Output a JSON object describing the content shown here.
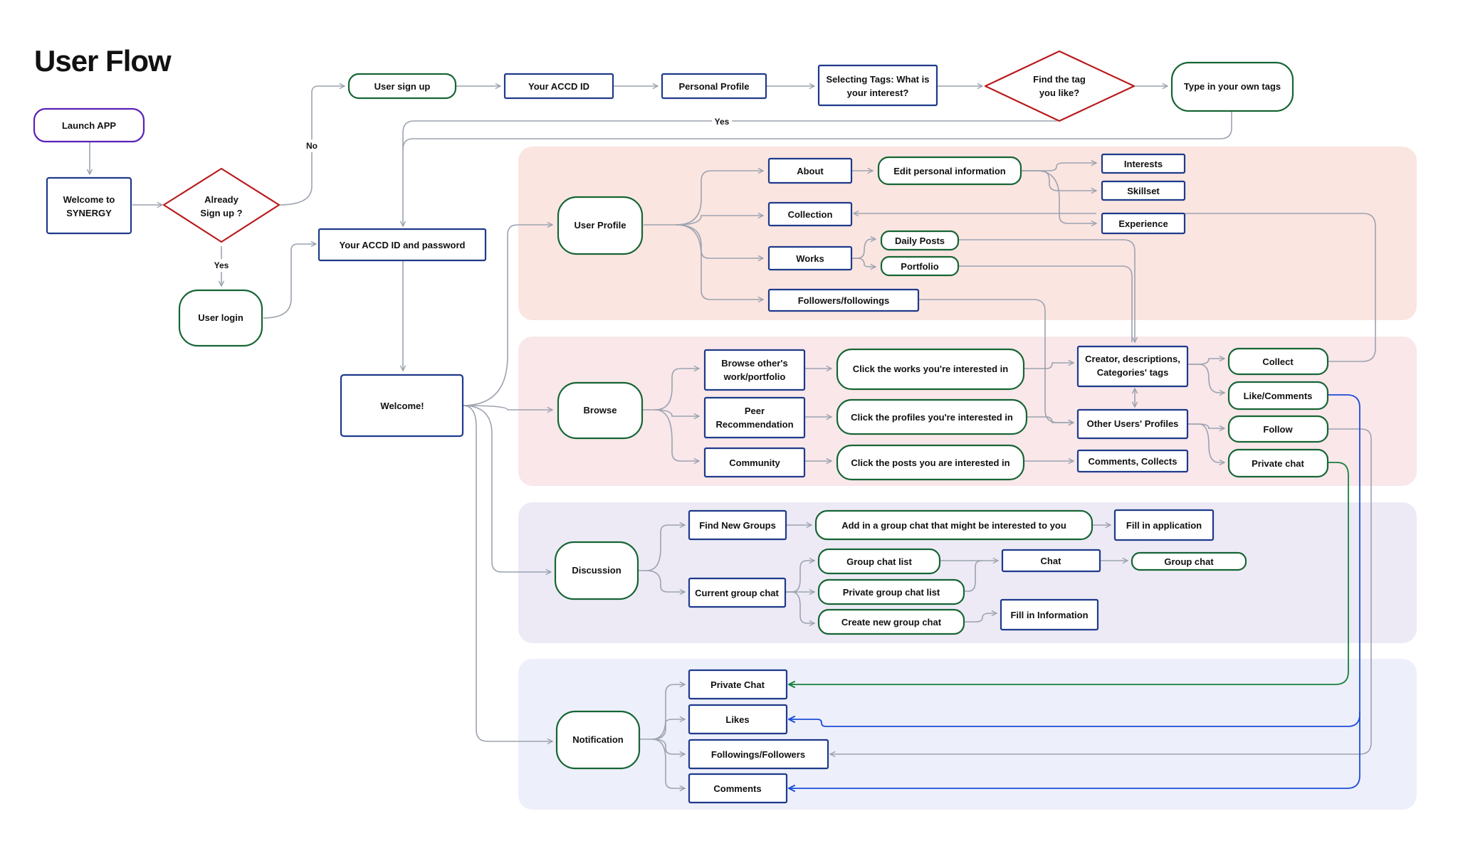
{
  "title": "User Flow",
  "colors": {
    "purple": "#5B21B6",
    "blue": "#1E3A8A",
    "green": "#166534",
    "red": "#B91C1C",
    "line_gray": "#9CA3AF",
    "line_green": "#16803C",
    "line_blue": "#1D4ED8",
    "band_profile": "#FBE5E1",
    "band_browse": "#F9E7EA",
    "band_discussion": "#EDEAF6",
    "band_notification": "#EDEFFA"
  },
  "nodes": {
    "launch_app": "Launch APP",
    "welcome_synergy": [
      "Welcome to",
      "SYNERGY"
    ],
    "already_signup": [
      "Already",
      "Sign up ?"
    ],
    "user_login": "User login",
    "user_signup": "User sign up",
    "your_accd_id": "Your ACCD ID",
    "personal_profile": "Personal Profile",
    "selecting_tags": [
      "Selecting Tags: What is",
      "your interest?"
    ],
    "find_tag": [
      "Find the tag",
      "you like?"
    ],
    "type_own_tags": "Type in your own tags",
    "accd_id_password": "Your ACCD ID and password",
    "welcome": "Welcome!",
    "user_profile": "User Profile",
    "about": "About",
    "edit_personal_info": "Edit personal information",
    "interests": "Interests",
    "skillset": "Skillset",
    "experience": "Experience",
    "collection": "Collection",
    "works": "Works",
    "daily_posts": "Daily Posts",
    "portfolio": "Portfolio",
    "followers_followings": "Followers/followings",
    "browse": "Browse",
    "browse_others": [
      "Browse other's",
      "work/portfolio"
    ],
    "peer_recommendation": [
      "Peer",
      "Recommendation"
    ],
    "community": "Community",
    "click_works": "Click the works you're interested in",
    "click_profiles": "Click the profiles you're interested in",
    "click_posts": "Click the posts you are interested in",
    "creator_tags": [
      "Creator, descriptions,",
      "Categories' tags"
    ],
    "other_profiles": "Other Users' Profiles",
    "comments_collects": "Comments, Collects",
    "collect": "Collect",
    "like_comments": "Like/Comments",
    "follow": "Follow",
    "private_chat_browse": "Private chat",
    "discussion": "Discussion",
    "find_new_groups": "Find New Groups",
    "add_group_chat": "Add in a group chat that might be interested to you",
    "fill_application": "Fill in application",
    "current_group_chat": "Current group chat",
    "group_chat_list": "Group chat list",
    "private_group_chat_list": "Private group chat list",
    "create_group_chat": "Create new group chat",
    "chat": "Chat",
    "group_chat": "Group chat",
    "fill_information": "Fill in Information",
    "notification": "Notification",
    "notif_private_chat": "Private Chat",
    "likes": "Likes",
    "followings_followers": "Followings/Followers",
    "comments": "Comments"
  },
  "edge_labels": {
    "no": "No",
    "yes_signup": "Yes",
    "yes_tag": "Yes"
  }
}
